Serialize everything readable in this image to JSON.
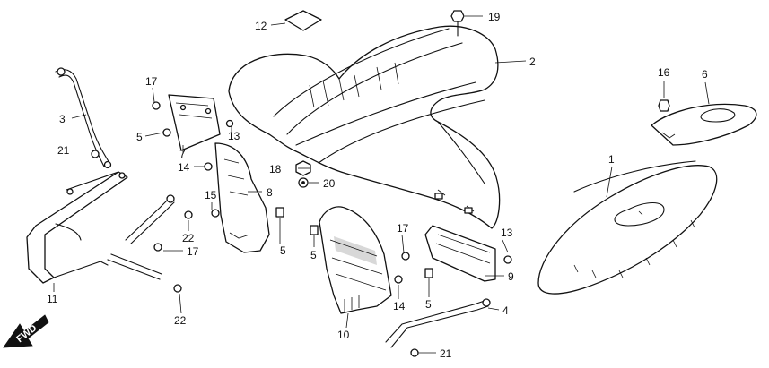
{
  "callouts": [
    {
      "id": "1",
      "label": "1"
    },
    {
      "id": "2",
      "label": "2"
    },
    {
      "id": "3",
      "label": "3"
    },
    {
      "id": "4",
      "label": "4"
    },
    {
      "id": "5a",
      "label": "5"
    },
    {
      "id": "5b",
      "label": "5"
    },
    {
      "id": "5c",
      "label": "5"
    },
    {
      "id": "5d",
      "label": "5"
    },
    {
      "id": "6",
      "label": "6"
    },
    {
      "id": "7",
      "label": "7"
    },
    {
      "id": "8",
      "label": "8"
    },
    {
      "id": "9",
      "label": "9"
    },
    {
      "id": "10",
      "label": "10"
    },
    {
      "id": "11",
      "label": "11"
    },
    {
      "id": "12",
      "label": "12"
    },
    {
      "id": "13a",
      "label": "13"
    },
    {
      "id": "13b",
      "label": "13"
    },
    {
      "id": "14a",
      "label": "14"
    },
    {
      "id": "14b",
      "label": "14"
    },
    {
      "id": "15",
      "label": "15"
    },
    {
      "id": "16",
      "label": "16"
    },
    {
      "id": "17a",
      "label": "17"
    },
    {
      "id": "17b",
      "label": "17"
    },
    {
      "id": "17c",
      "label": "17"
    },
    {
      "id": "18",
      "label": "18"
    },
    {
      "id": "19",
      "label": "19"
    },
    {
      "id": "20",
      "label": "20"
    },
    {
      "id": "21a",
      "label": "21"
    },
    {
      "id": "21b",
      "label": "21"
    },
    {
      "id": "22a",
      "label": "22"
    },
    {
      "id": "22b",
      "label": "22"
    }
  ],
  "fwd_label": "FWD",
  "icons": {
    "direction": "fwd-arrow-icon"
  }
}
